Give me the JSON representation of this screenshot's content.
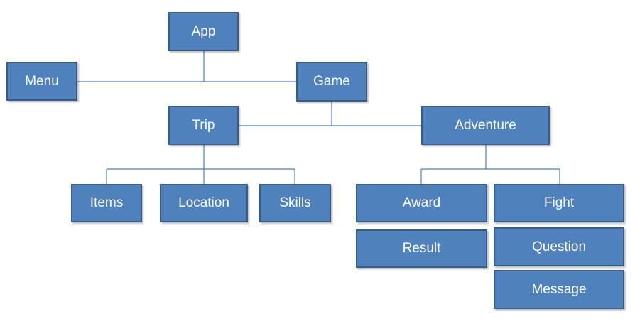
{
  "diagram": {
    "nodes": {
      "app": "App",
      "menu": "Menu",
      "game": "Game",
      "trip": "Trip",
      "adventure": "Adventure",
      "items": "Items",
      "location": "Location",
      "skills": "Skills",
      "award": "Award",
      "fight": "Fight",
      "result": "Result",
      "question": "Question",
      "message": "Message"
    },
    "colors": {
      "box_fill": "#4f81bd",
      "box_border": "#385d8a",
      "connector": "#4a7ebb",
      "text": "#ffffff"
    }
  }
}
